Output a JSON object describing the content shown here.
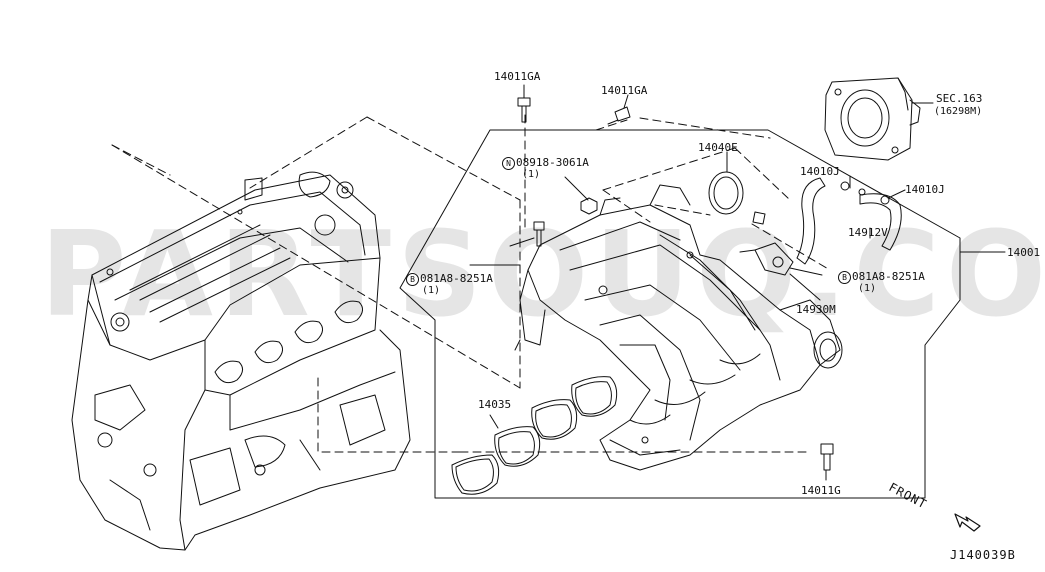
{
  "watermark": "PARTSOUQ.COM",
  "parts": {
    "p14011GA_top": "14011GA",
    "p14011GA_mid": "14011GA",
    "p14040E": "14040E",
    "p14010J_a": "14010J",
    "p14010J_b": "14010J",
    "p14001": "14001",
    "p14912V": "14912V",
    "p14930M": "14930M",
    "p14035": "14035",
    "p14011G": "14011G",
    "nut_symbol": "N",
    "nut_code": "08918-3061A",
    "nut_qty": "(1)",
    "bolt_left_symbol": "B",
    "bolt_left_code": "081A8-8251A",
    "bolt_left_qty": "(1)",
    "bolt_right_symbol": "B",
    "bolt_right_code": "081A8-8251A",
    "bolt_right_qty": "(1)"
  },
  "sec": {
    "title": "SEC.163",
    "sub": "(16298M)"
  },
  "front_label": "FRONT",
  "diagram_code": "J140039B",
  "colors": {
    "line": "#111111",
    "watermark": "#a0a0a0"
  }
}
